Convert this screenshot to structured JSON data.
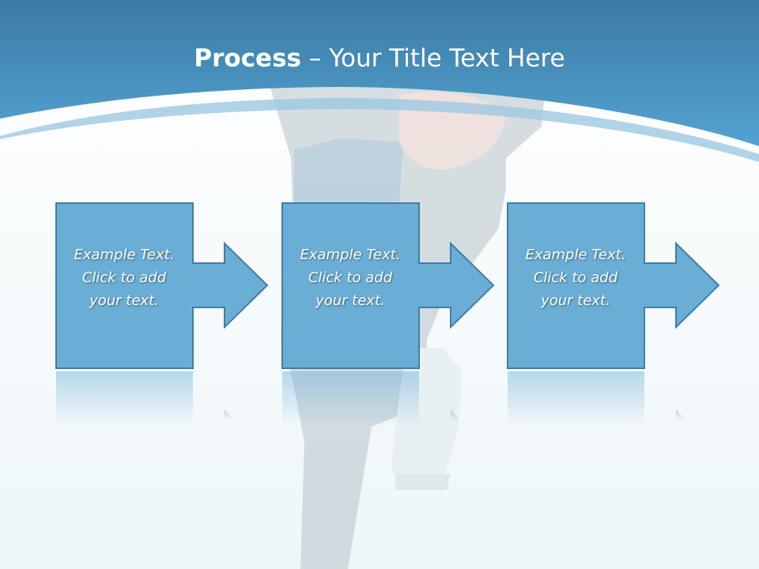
{
  "slide": {
    "title_bold": "Process",
    "title_rest": " – Your Title Text Here",
    "steps": [
      {
        "lines": [
          "Example Text.",
          "Click  to add",
          "your text."
        ]
      },
      {
        "lines": [
          "Example Text.",
          "Click  to add",
          "your text."
        ]
      },
      {
        "lines": [
          "Example Text.",
          "Click  to add",
          "your text."
        ]
      }
    ]
  },
  "colors": {
    "header_top": "#3e7fa9",
    "header_bottom": "#4f9ed0",
    "box_fill": "#6aadd5",
    "box_stroke": "#3f7ea6",
    "background": "#f3f9fb"
  }
}
